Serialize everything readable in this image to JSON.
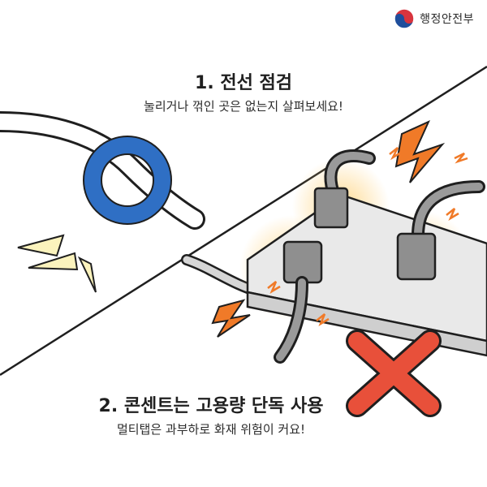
{
  "logo": {
    "text": "행정안전부",
    "icon": "taegeuk-emblem-icon"
  },
  "section1": {
    "title": "1. 전선 점검",
    "subtitle": "눌리거나 꺾인 곳은 없는지 살펴보세요!"
  },
  "section2": {
    "title": "2. 콘센트는 고용량 단독 사용",
    "subtitle": "멀티탭은 과부하로 화재 위험이 커요!"
  },
  "colors": {
    "highlight_ring": "#2f6fc4",
    "spark_orange": "#f07a28",
    "glow": "#ffd27a",
    "prohibit_x": "#e8503a",
    "cable_gray": "#8f8f8f",
    "power_strip": "#e9e9e9",
    "burst_yellow": "#fbf3bd"
  }
}
